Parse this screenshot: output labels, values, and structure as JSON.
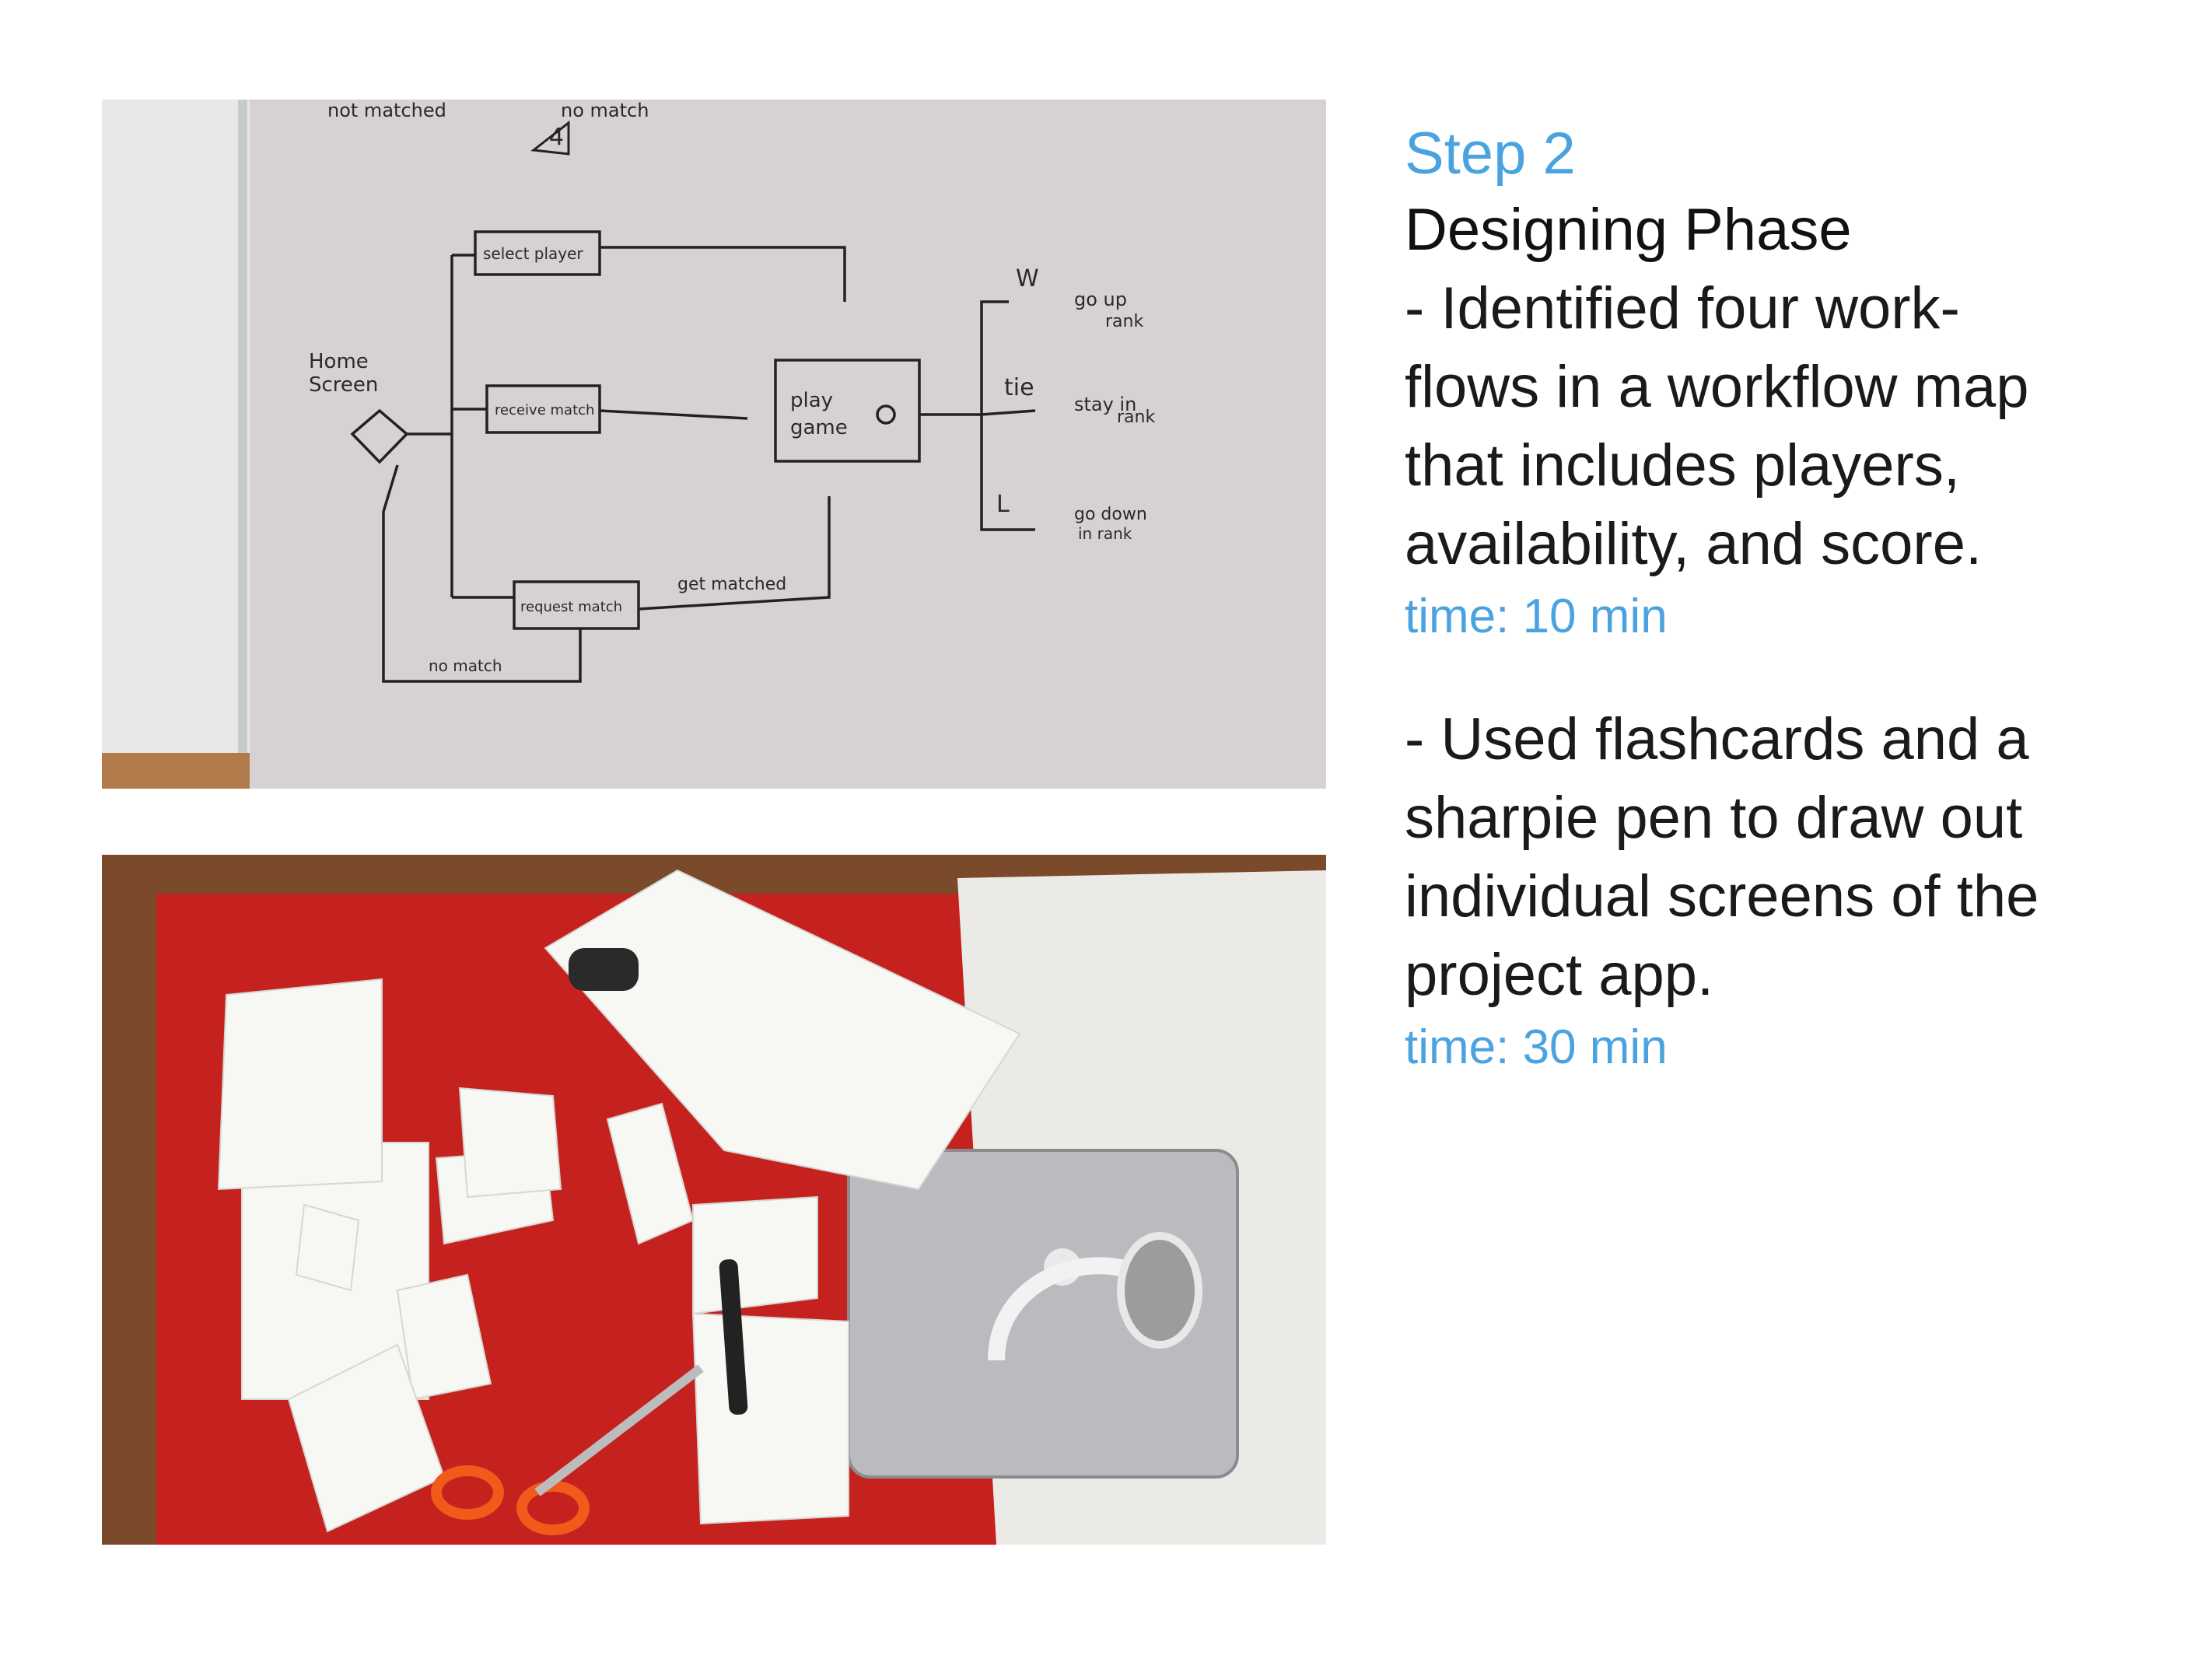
{
  "step_label": "Step 2",
  "phase_title": "Designing Phase",
  "blocks": [
    {
      "lines": [
        "- Identified four work-",
        "flows in a workflow map",
        "that includes  players,",
        "availability, and score."
      ],
      "time": "time: 10 min"
    },
    {
      "lines": [
        "- Used flashcards and a",
        "sharpie pen to draw out",
        "individual screens of the",
        "project app."
      ],
      "time": "time: 30 min"
    }
  ],
  "whiteboard": {
    "home": "Home",
    "screen": "Screen",
    "select_player": "select player",
    "receive_match": "receive match",
    "request_match": "request match",
    "play_game": "play",
    "play_game_2": "game",
    "get_matched": "get matched",
    "no_match": "no match",
    "w": "W",
    "tie": "tie",
    "l": "L",
    "go_up": "go up",
    "go_up_2": "rank",
    "stay": "stay in",
    "stay_2": "rank",
    "go_down": "go down",
    "go_down_2": "in rank",
    "top_1": "not matched",
    "top_2": "no match",
    "top_num": "4"
  },
  "colors": {
    "accent": "#4aa3e0",
    "whiteboard": "#d9d2d4",
    "table_red": "#c4211f"
  }
}
